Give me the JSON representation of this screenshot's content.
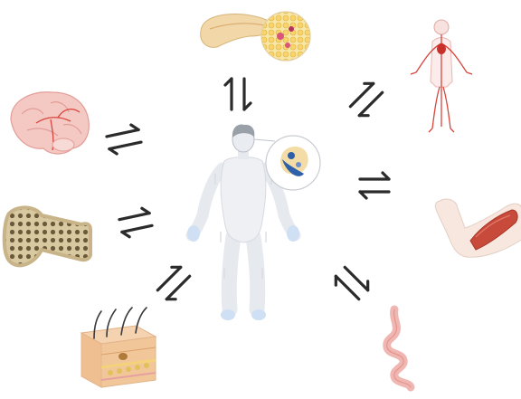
{
  "figure": {
    "central_subject": "human-body",
    "peripheral_organs": [
      "pancreas",
      "vascular-system",
      "muscle",
      "intestine",
      "skin",
      "bone",
      "brain"
    ],
    "inset": "cell-cluster",
    "connector": "bidirectional-arrow"
  },
  "colors": {
    "arrow": "#2b2b2b",
    "body_fill": "#eef0f3",
    "body_outline": "#c9ced6",
    "hands_feet": "#cfe0f5",
    "organ_pink": "#f4c9c4",
    "vessel_red": "#d8453c",
    "pancreas": "#f2d8a8",
    "bone": "#c9b48a",
    "skin": "#f1c79a"
  }
}
